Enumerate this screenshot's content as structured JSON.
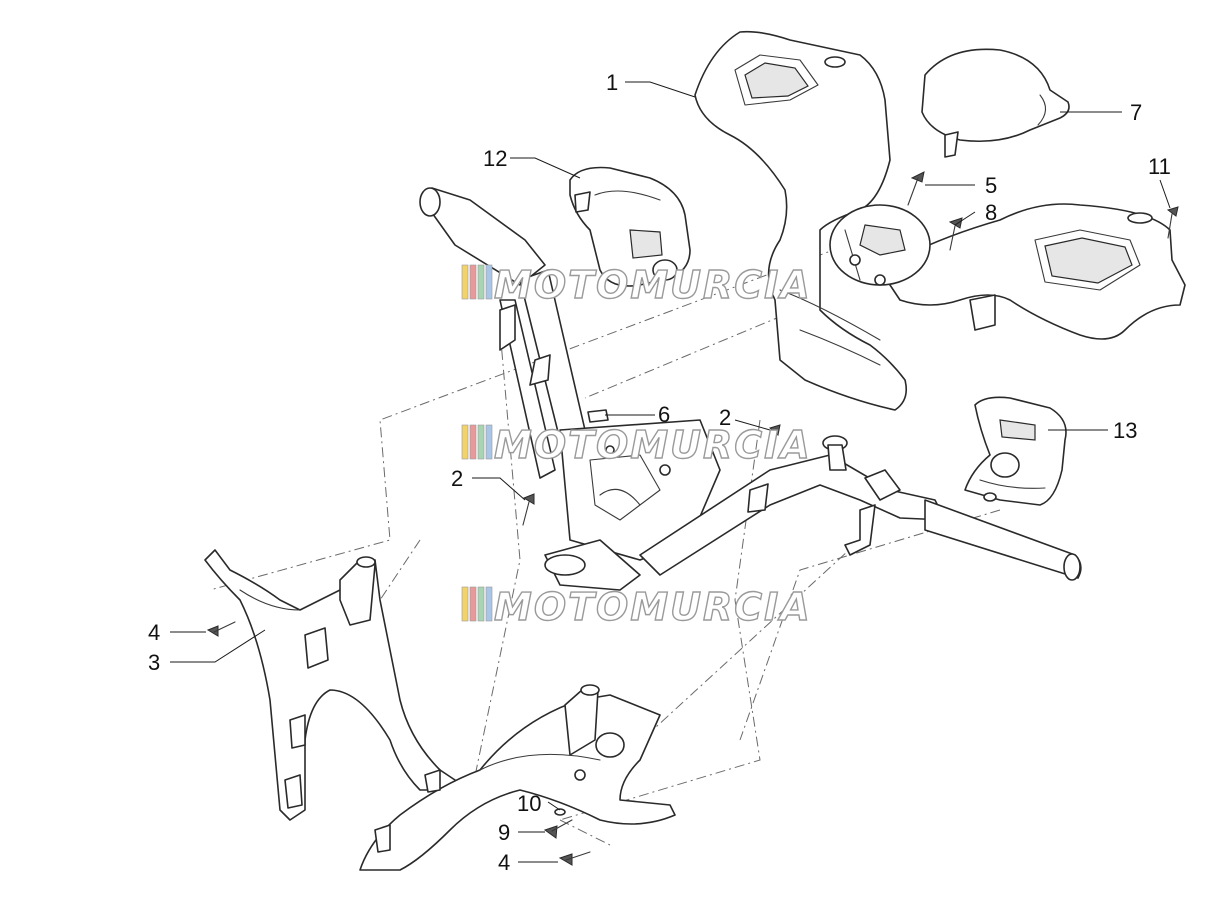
{
  "watermark": {
    "text": "MOTOMURCIA",
    "stripe_colors": [
      "#f2d36b",
      "#e89a9a",
      "#a8d4b4",
      "#a9c6e6"
    ]
  },
  "callouts": [
    {
      "id": "c1",
      "label": "1"
    },
    {
      "id": "c2a",
      "label": "2"
    },
    {
      "id": "c2b",
      "label": "2"
    },
    {
      "id": "c3",
      "label": "3"
    },
    {
      "id": "c4a",
      "label": "4"
    },
    {
      "id": "c4b",
      "label": "4"
    },
    {
      "id": "c5",
      "label": "5"
    },
    {
      "id": "c6",
      "label": "6"
    },
    {
      "id": "c7",
      "label": "7"
    },
    {
      "id": "c8",
      "label": "8"
    },
    {
      "id": "c9",
      "label": "9"
    },
    {
      "id": "c10",
      "label": "10"
    },
    {
      "id": "c11",
      "label": "11"
    },
    {
      "id": "c12",
      "label": "12"
    },
    {
      "id": "c13",
      "label": "13"
    }
  ]
}
